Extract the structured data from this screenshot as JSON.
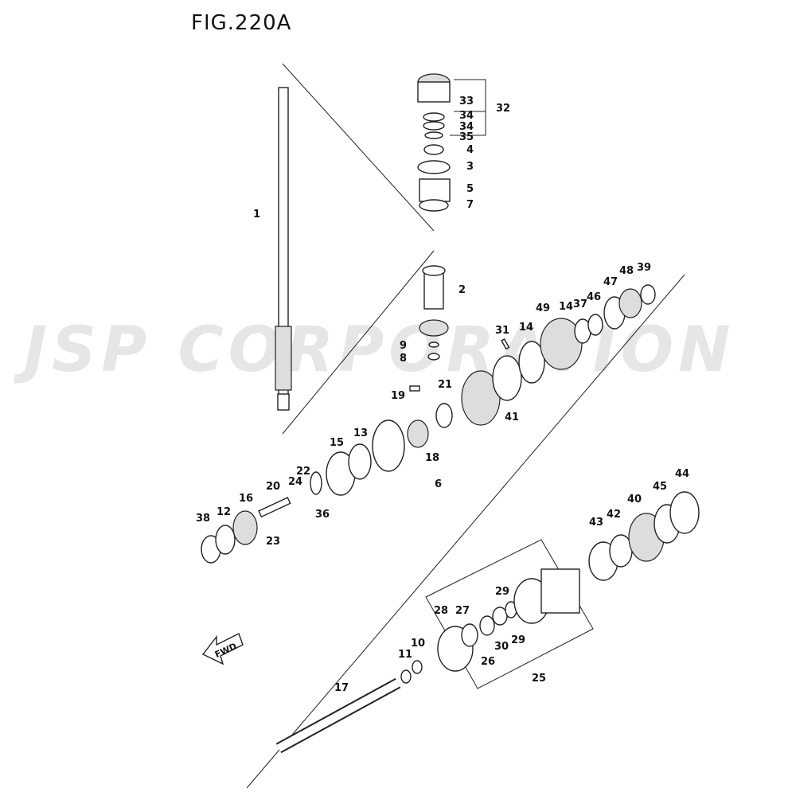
{
  "figure_title": "FIG.220A",
  "watermark": "JSP CORPORATION",
  "fwd_label": "FWD",
  "callouts": [
    "1",
    "2",
    "3",
    "4",
    "5",
    "6",
    "7",
    "8",
    "9",
    "10",
    "11",
    "12",
    "13",
    "14",
    "15",
    "16",
    "17",
    "18",
    "19",
    "20",
    "21",
    "22",
    "23",
    "24",
    "25",
    "26",
    "27",
    "28",
    "29",
    "30",
    "31",
    "32",
    "33",
    "34",
    "35",
    "36",
    "37",
    "38",
    "39",
    "40",
    "41",
    "42",
    "43",
    "44",
    "45",
    "46",
    "47",
    "48",
    "49"
  ],
  "group_callouts": {
    "g32": "32",
    "g34a": "34",
    "g34b": "34",
    "g35": "35",
    "g33": "33",
    "g14a": "14",
    "g14b": "14",
    "g29a": "29",
    "g29b": "29"
  }
}
